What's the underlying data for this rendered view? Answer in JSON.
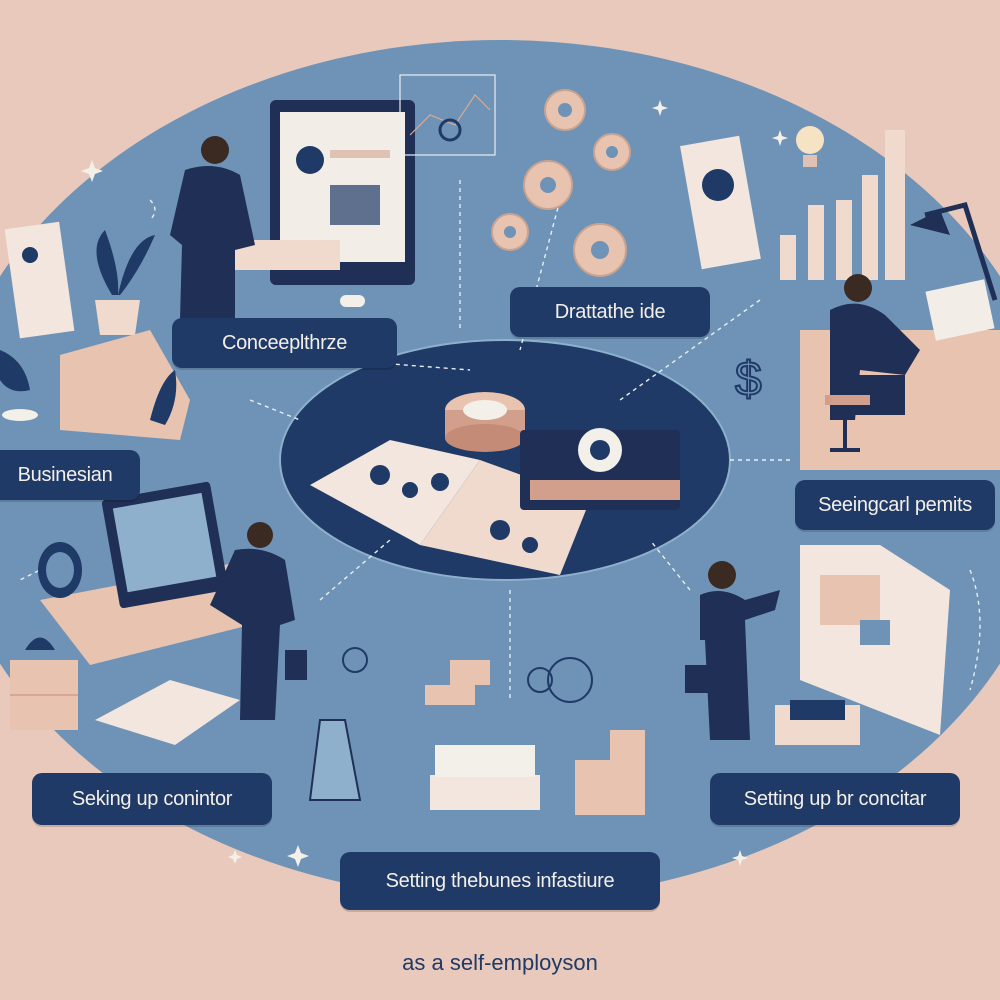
{
  "labels": {
    "conceptualize": "Conceeplthrze",
    "draft_idea": "Drattathe  ide",
    "business_plan": "Businesian",
    "permits": "Seeingcarl pemits",
    "setting_up_left": "Seking up conintor",
    "setting_up_right": "Setting up br concitar",
    "infrastructure": "Setting thebunes infastiure"
  },
  "footer": "as a self-employson",
  "icons": {
    "dollar": "$"
  },
  "colors": {
    "background": "#e9c9bb",
    "ellipse": "#6f93b6",
    "center_disc": "#1f3a66",
    "label_bg": "#1f3a66",
    "label_text": "#f3efe9",
    "navy": "#1f2f55",
    "accent": "#e9c7b4"
  }
}
